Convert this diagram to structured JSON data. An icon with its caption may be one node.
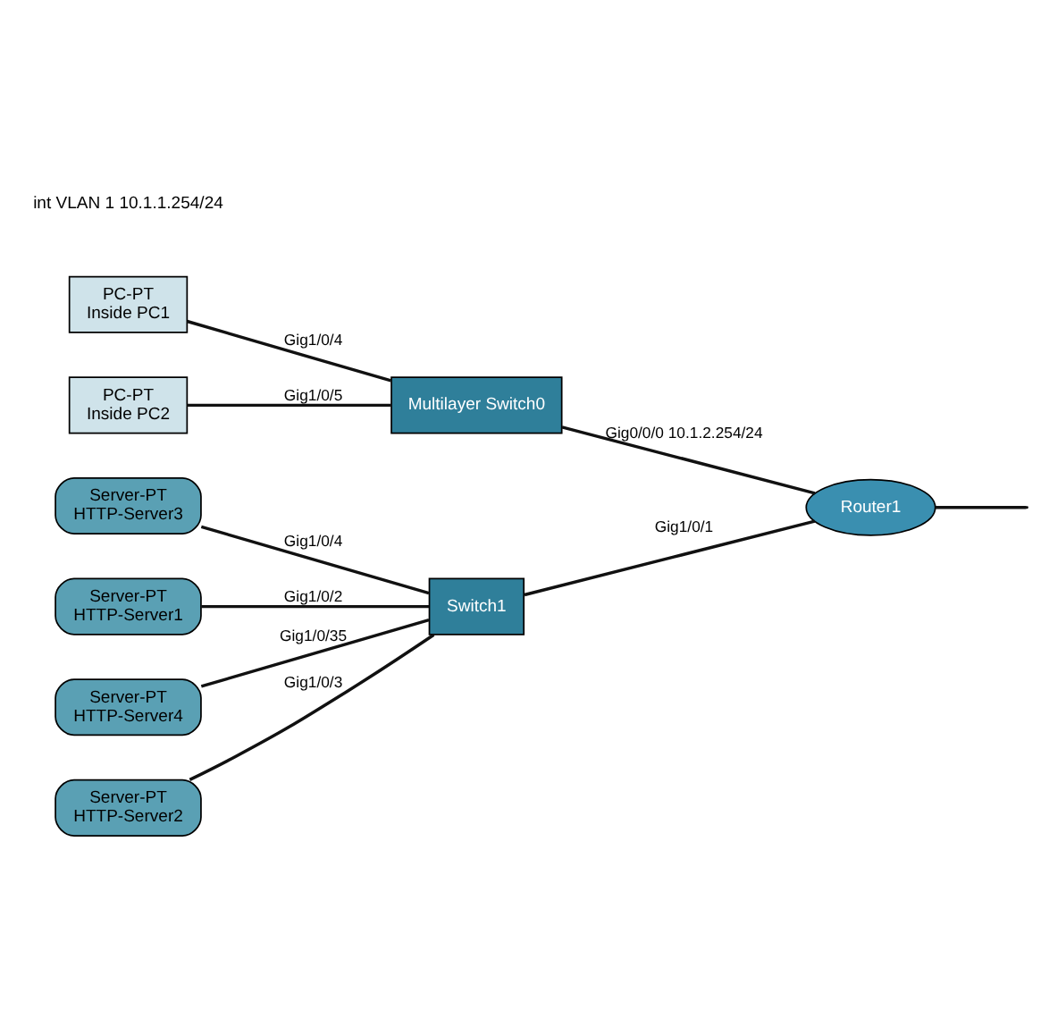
{
  "diagram": {
    "nodes": [
      {
        "text": [
          "Server-PT",
          "HTTP-Server3"
        ]
      },
      {
        "text": [
          "Server-PT",
          "HTTP-Server2"
        ]
      },
      {
        "text": [
          "Server-PT",
          "HTTP-Server1"
        ]
      },
      {
        "text": [
          "Server-PT",
          "HTTP-Server4"
        ]
      },
      {
        "text": [
          "Switch1"
        ]
      },
      {
        "text": [
          "Router1"
        ]
      },
      {
        "text": [
          "Multilayer Switch0"
        ]
      },
      {
        "text": [
          "PC-PT",
          "Inside PC1"
        ]
      },
      {
        "text": [
          "PC-PT",
          "Inside PC2"
        ]
      }
    ],
    "edges": [
      {
        "from": 0,
        "to": 4,
        "arrow": "none",
        "label": "Gig1/0/4"
      },
      {
        "from": 1,
        "to": 4,
        "arrow": "none",
        "label": "Gig1/0/3"
      },
      {
        "from": 2,
        "to": 4,
        "arrow": "none",
        "label": "Gig1/0/2"
      },
      {
        "from": 3,
        "to": 4,
        "arrow": "none",
        "label": "Gig1/0/35"
      },
      {
        "from": 4,
        "to": 5,
        "arrow": "none",
        "label": "Gig1/0/1"
      },
      {
        "from": 6,
        "to": 5,
        "arrow": "none",
        "label": "Gig0/0/0 10.1.2.254/24"
      },
      {
        "from": 7,
        "to": 6,
        "arrow": "none",
        "label": "Gig1/0/4"
      },
      {
        "from": 8,
        "to": 6,
        "arrow": "none",
        "label": "Gig1/0/5"
      },
      {
        "from": 5,
        "to": null,
        "arrow": "none"
      }
    ],
    "labels": [
      "int VLAN 1 10.1.1.254/24"
    ]
  }
}
